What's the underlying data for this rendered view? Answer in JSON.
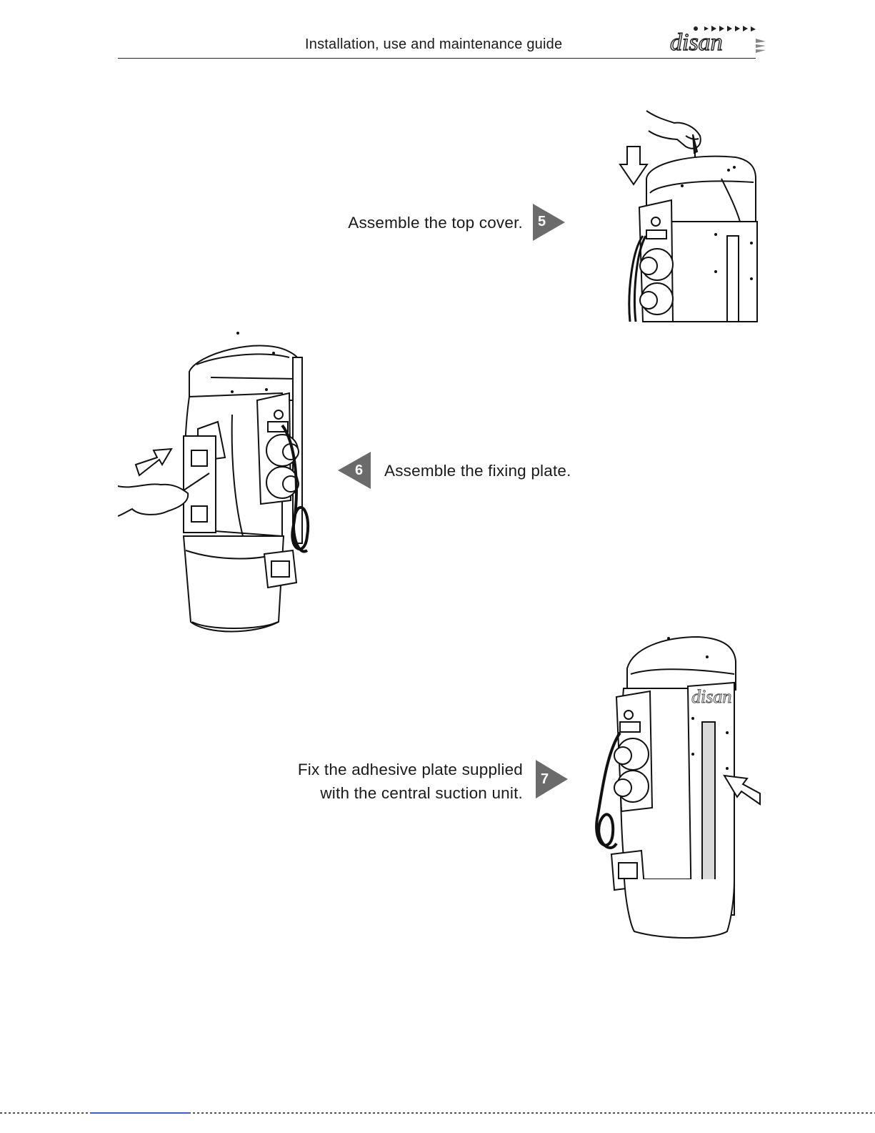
{
  "header": {
    "title": "Installation, use and maintenance guide",
    "logo_text": "disan"
  },
  "steps": [
    {
      "number": "5",
      "lines": [
        "Assemble the top cover."
      ]
    },
    {
      "number": "6",
      "lines": [
        "Assemble the fixing plate."
      ]
    },
    {
      "number": "7",
      "lines": [
        "Fix the adhesive plate supplied",
        "with the central suction unit."
      ]
    }
  ],
  "illustrations": {
    "unit_brand_text": "disan"
  }
}
